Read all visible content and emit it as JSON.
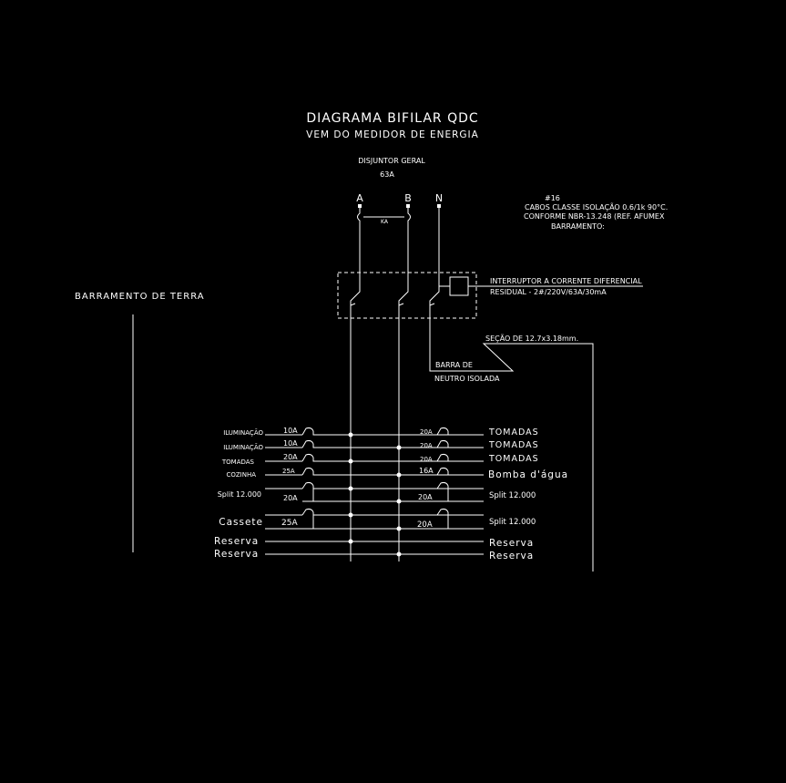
{
  "title": {
    "main": "DIAGRAMA  BIFILAR QDC",
    "sub": "VEM DO MEDIDOR DE ENERGIA"
  },
  "main_breaker": {
    "label": "DISJUNTOR GERAL",
    "rating": "63A",
    "phase_a": "A",
    "phase_b": "B",
    "neutral": "N",
    "ka_label": "KA"
  },
  "cable_note": {
    "size": "#16",
    "line1": "CABOS CLASSE ISOLAÇÃO 0.6/1k 90°C.",
    "line2": "CONFORME NBR-13.248 (REF. AFUMEX",
    "line3": "BARRAMENTO:"
  },
  "ground_bus": {
    "label": "BARRAMENTO DE TERRA"
  },
  "rcd": {
    "line1": "INTERRUPTOR A CORRENTE DIFERENCIAL",
    "line2": "RESIDUAL - 2#/220V/63A/30mA"
  },
  "bus_section": {
    "label": "SEÇÃO DE 12.7x3.18mm."
  },
  "neutral_bar": {
    "line1": "BARRA DE",
    "line2": "NEUTRO ISOLADA"
  },
  "circuits": [
    {
      "left_label": "ILUMINAÇÃO",
      "left_rating": "10A",
      "right_rating": "20A",
      "right_label": "TOMADAS"
    },
    {
      "left_label": "ILUMINAÇÃO",
      "left_rating": "10A",
      "right_rating": "20A",
      "right_label": "TOMADAS"
    },
    {
      "left_label": "TOMADAS",
      "left_rating": "20A",
      "right_rating": "20A",
      "right_label": "TOMADAS"
    },
    {
      "left_label": "COZINHA",
      "left_rating": "25A",
      "right_rating": "16A",
      "right_label": "Bomba d'água"
    },
    {
      "left_label": "Split 12.000",
      "left_rating": "20A",
      "right_rating": "20A",
      "right_label": "Split 12.000"
    },
    {
      "left_label": "Cassete",
      "left_rating": "25A",
      "right_rating": "20A",
      "right_label": "Split 12.000"
    },
    {
      "left_label": "Reserva",
      "left_rating": "",
      "right_rating": "",
      "right_label": "Reserva"
    },
    {
      "left_label": "Reserva",
      "left_rating": "",
      "right_rating": "",
      "right_label": "Reserva"
    }
  ]
}
